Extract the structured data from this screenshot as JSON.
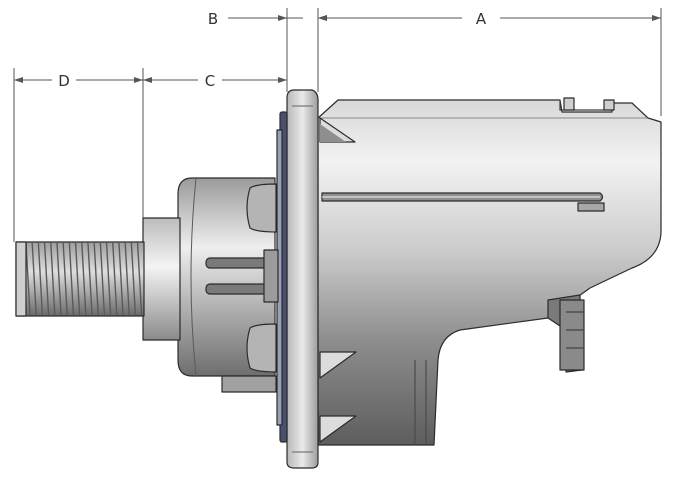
{
  "dimensions": {
    "a": "A",
    "b": "B",
    "c": "C",
    "d": "D"
  },
  "colors": {
    "line": "#555555",
    "metal_light": "#e9e9e9",
    "metal_mid": "#bdbdbd",
    "metal_dark": "#6c6c6c",
    "gasket": "#4a4f6e",
    "outline": "#2b2b2b"
  }
}
